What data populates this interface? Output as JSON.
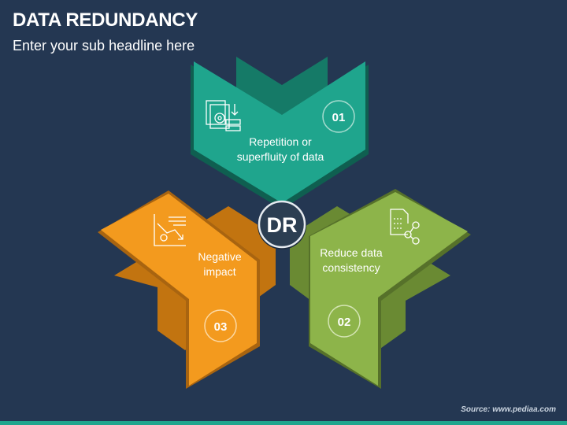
{
  "header": {
    "title": "DATA REDUNDANCY",
    "subtitle": "Enter your sub headline here"
  },
  "center": {
    "label": "DR"
  },
  "items": [
    {
      "number": "01",
      "text_line1": "Repetition or",
      "text_line2": "superfluity of data",
      "color": "#1fa58d",
      "icon": "data-server-icon"
    },
    {
      "number": "02",
      "text_line1": "Reduce data",
      "text_line2": "consistency",
      "color": "#8db44a",
      "icon": "document-network-icon"
    },
    {
      "number": "03",
      "text_line1": "Negative",
      "text_line2": "impact",
      "color": "#f39a1e",
      "icon": "decline-chart-icon"
    }
  ],
  "footer": {
    "source": "Source: www.pediaa.com"
  },
  "colors": {
    "background": "#243752",
    "teal": "#1fa58d",
    "teal_dark": "#157a67",
    "green": "#8db44a",
    "green_dark": "#6a8a33",
    "orange": "#f39a1e",
    "orange_dark": "#c27410",
    "center": "#2c3e52"
  }
}
